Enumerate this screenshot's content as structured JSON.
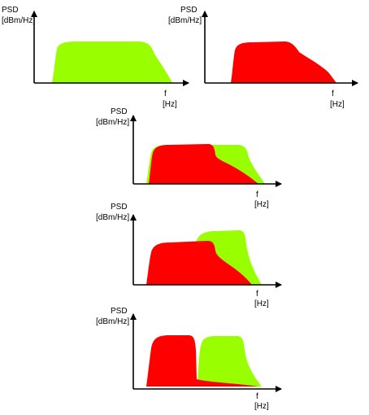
{
  "colors": {
    "green": "#99ff00",
    "red": "#ff0000",
    "axis": "#000000"
  },
  "labels": {
    "psd_line1": "PSD",
    "psd_line2": "[dBm/Hz]",
    "f_line1": "f",
    "f_line2": "[Hz]"
  },
  "panels": [
    {
      "id": "top-left",
      "spectra": [
        "green"
      ]
    },
    {
      "id": "top-right",
      "spectra": [
        "red"
      ]
    },
    {
      "id": "middle-1",
      "spectra": [
        "green",
        "red"
      ]
    },
    {
      "id": "middle-2",
      "spectra": [
        "green",
        "red"
      ]
    },
    {
      "id": "bottom",
      "spectra": [
        "green",
        "red"
      ]
    }
  ]
}
